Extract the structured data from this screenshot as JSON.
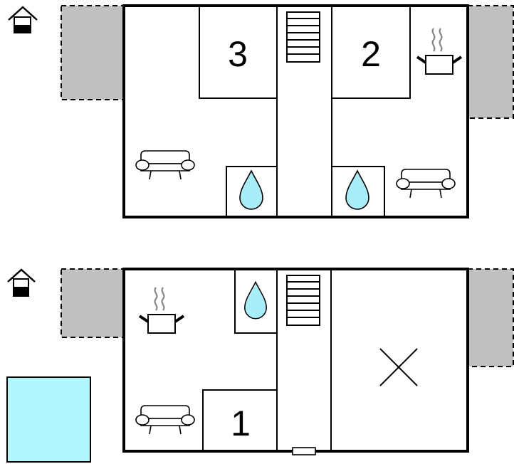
{
  "floors": [
    {
      "id": "upper",
      "rooms": [
        {
          "number": "3"
        },
        {
          "number": "2"
        }
      ]
    },
    {
      "id": "ground",
      "rooms": [
        {
          "number": "1"
        }
      ]
    }
  ],
  "colors": {
    "water": "#a8eef8",
    "pool": "#b0f6ff",
    "terrace": "#c0c0c0",
    "wall": "#000000"
  },
  "icons": [
    "floor-level-icon",
    "stairs-icon",
    "bathroom-icon",
    "kitchen-icon",
    "sofa-icon",
    "pool-icon",
    "door-icon",
    "cross-mark-icon"
  ]
}
